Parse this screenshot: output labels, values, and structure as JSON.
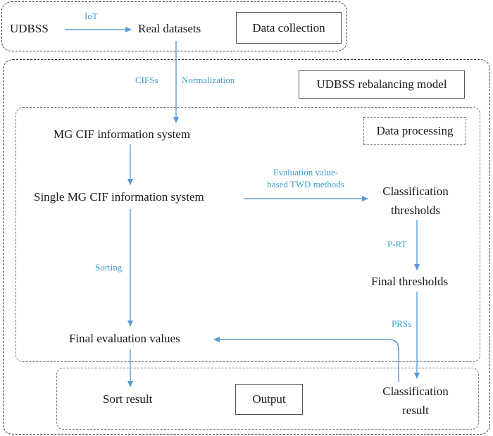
{
  "regions": {
    "data_collection": {
      "label": "Data collection"
    },
    "rebalancing": {
      "label": "UDBSS rebalancing model"
    },
    "processing": {
      "label": "Data processing"
    },
    "output": {
      "label": "Output"
    }
  },
  "nodes": {
    "udbss": "UDBSS",
    "real_datasets": "Real datasets",
    "mg_cif": "MG CIF information system",
    "single_mg_cif": "Single MG CIF information system",
    "classification_thresholds_1": "Classification",
    "classification_thresholds_2": "thresholds",
    "final_thresholds": "Final thresholds",
    "final_evaluation_values": "Final evaluation values",
    "sort_result": "Sort result",
    "classification_result_1": "Classification",
    "classification_result_2": "result"
  },
  "edge_labels": {
    "iot": "IoT",
    "cifss": "CIFSs",
    "normalization": "Normalization",
    "twd_1": "Evaluation value-",
    "twd_2": "based TWD methods",
    "sorting": "Sorting",
    "prt": "P-RT",
    "prss": "PRSs"
  },
  "colors": {
    "arrow": "#5a9bd5",
    "label": "#3aa0d0"
  }
}
